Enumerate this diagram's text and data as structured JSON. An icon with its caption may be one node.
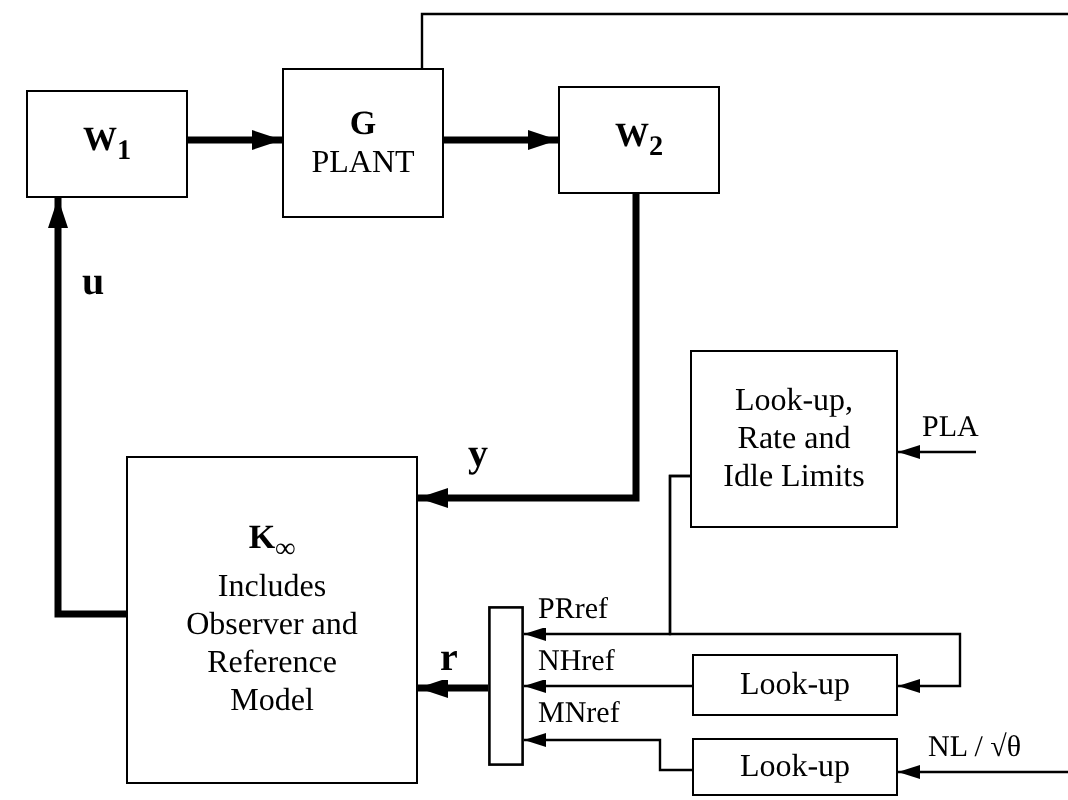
{
  "diagram": {
    "nodes": [
      {
        "text": [
          "W$_{1}$"
        ]
      },
      {
        "text": [
          "G",
          "PLANT"
        ]
      },
      {
        "text": [
          "W$_{2}$"
        ]
      },
      {
        "text": [
          "K$_{∞}$",
          "Includes Observer and Reference Model"
        ]
      },
      {
        "text": [
          "Look-up, Rate and Idle Limits"
        ]
      },
      {
        "text": [],
        "shape": "bar"
      },
      {
        "text": [
          "Look-up"
        ]
      },
      {
        "text": [
          "Look-up"
        ]
      }
    ],
    "edges": [
      {
        "from": 0,
        "to": 1,
        "arrow": "to",
        "style": "thick"
      },
      {
        "from": 1,
        "to": 2,
        "arrow": "to",
        "style": "thick"
      },
      {
        "from": 2,
        "to": 3,
        "arrow": "to",
        "style": "thick",
        "label": "y"
      },
      {
        "from": 3,
        "to": 0,
        "arrow": "to",
        "style": "thick",
        "label": "u"
      },
      {
        "from": 5,
        "to": 3,
        "arrow": "to",
        "style": "thick",
        "label": "r"
      },
      {
        "from": 4,
        "to": 5,
        "arrow": "to",
        "label": "PRref"
      },
      {
        "from": 4,
        "to": 6,
        "arrow": "to"
      },
      {
        "from": 6,
        "to": 5,
        "arrow": "to",
        "label": "NHref"
      },
      {
        "from": 7,
        "to": 5,
        "arrow": "to",
        "label": "MNref"
      },
      {
        "from": null,
        "to": 4,
        "arrow": "to",
        "label": "PLA"
      },
      {
        "from": null,
        "to": 7,
        "arrow": "to",
        "label": "NL / √θ"
      },
      {
        "from": 1,
        "to": null,
        "arrow": "none"
      }
    ]
  }
}
